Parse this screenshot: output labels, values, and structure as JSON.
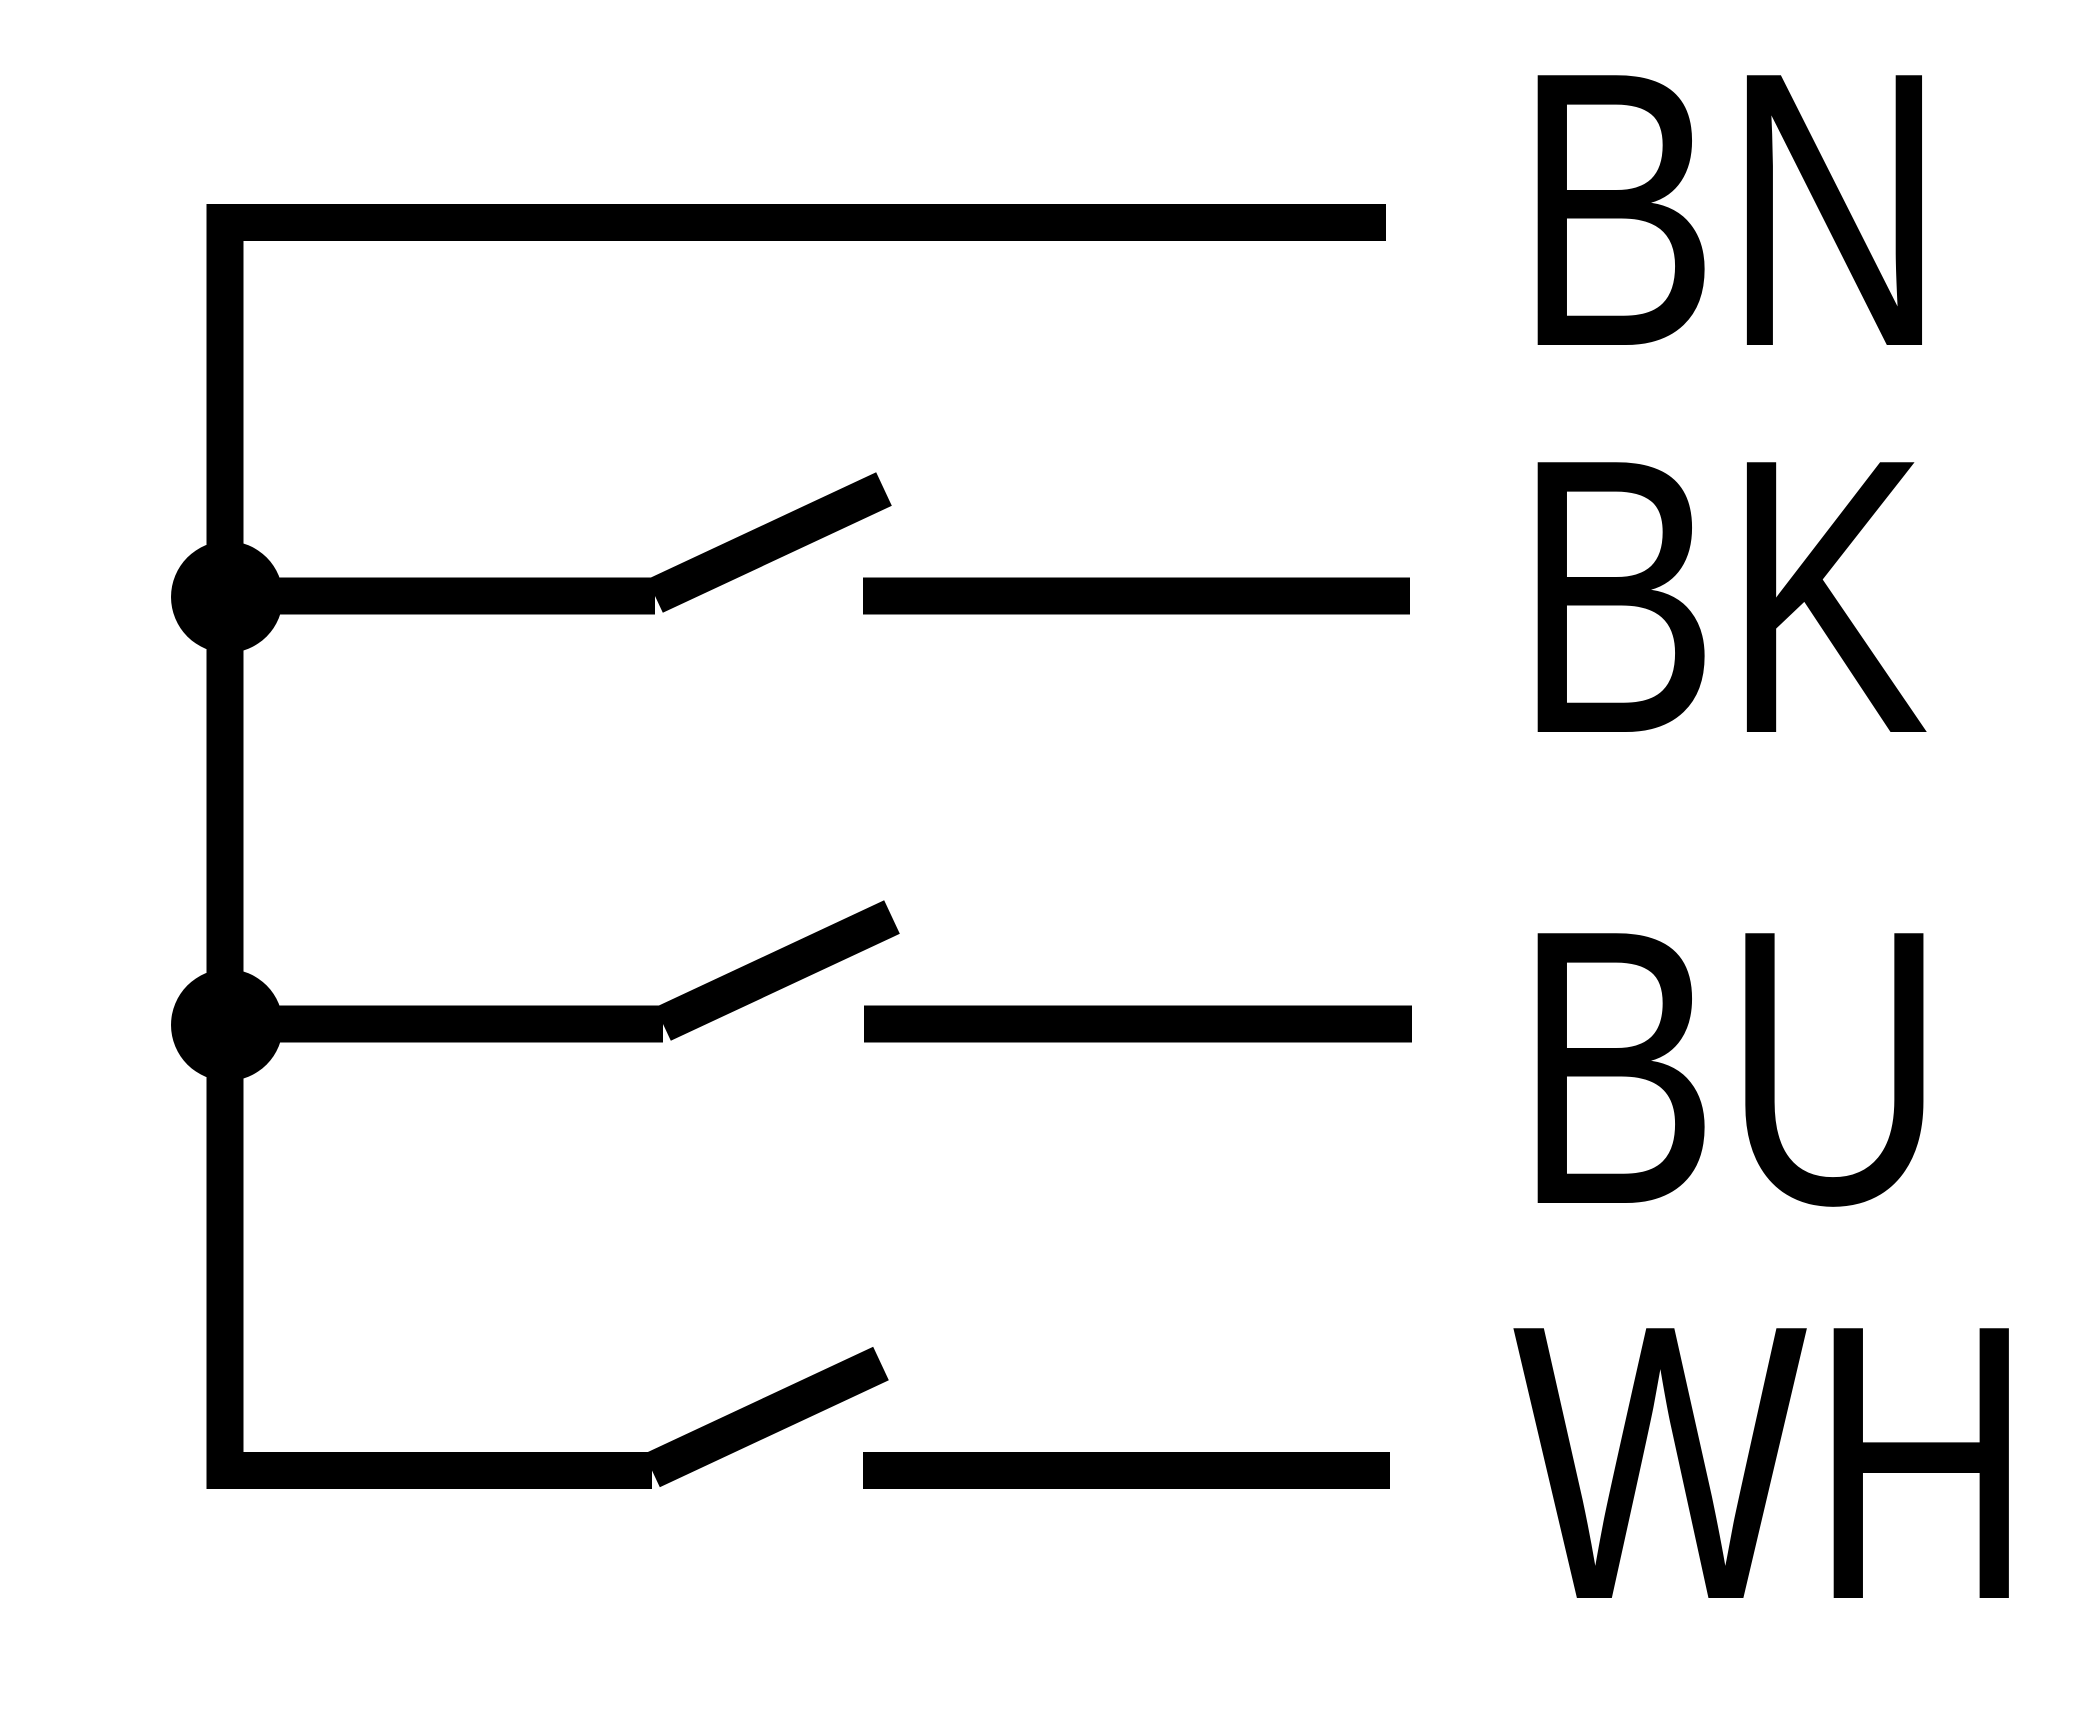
{
  "diagram": {
    "background_color": "#ffffff",
    "line_color": "#000000",
    "description": "wiring-schematic-with-common-bus-and-three-open-switch-contacts",
    "wires": [
      {
        "id": "bn",
        "label": "BN",
        "contact": "direct"
      },
      {
        "id": "bk",
        "label": "BK",
        "contact": "switch-open"
      },
      {
        "id": "bu",
        "label": "BU",
        "contact": "switch-open"
      },
      {
        "id": "wh",
        "label": "WH",
        "contact": "switch-open"
      }
    ]
  }
}
